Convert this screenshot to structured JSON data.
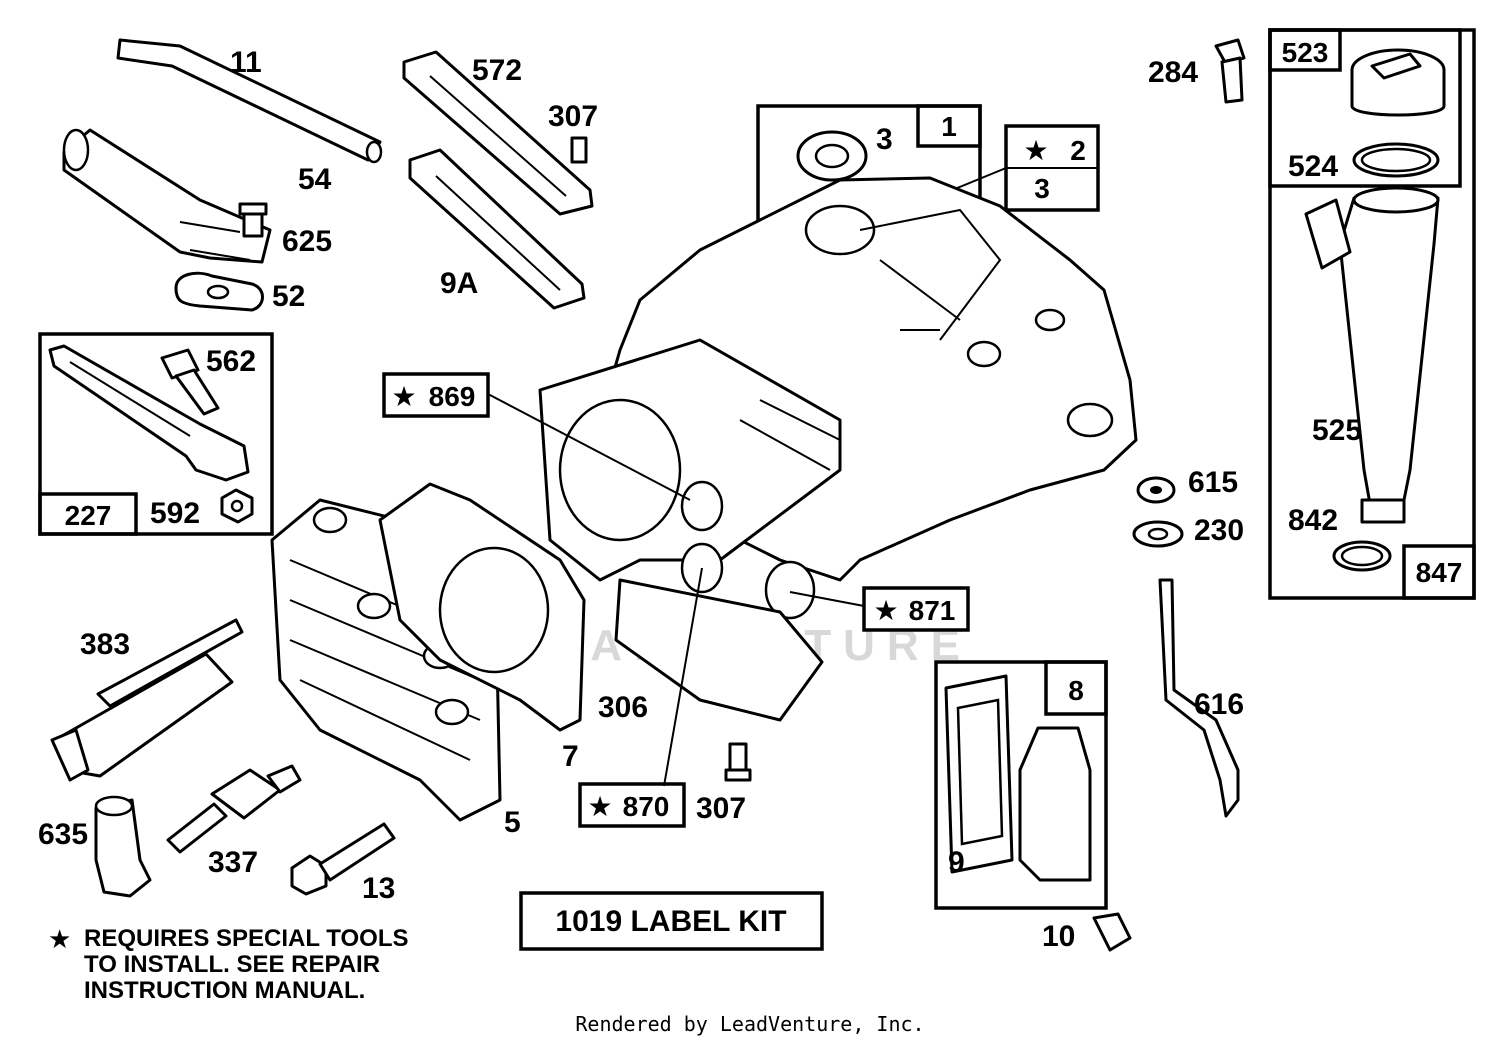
{
  "watermark": "LEADVENTURE",
  "labels": {
    "p11": "11",
    "p54": "54",
    "p625": "625",
    "p52": "52",
    "p572": "572",
    "p307a": "307",
    "p9a": "9A",
    "p562": "562",
    "p227": "227",
    "p592": "592",
    "p3a": "3",
    "p1": "1",
    "p2": "2",
    "p3b": "3",
    "p869": "869",
    "p871": "871",
    "p870": "870",
    "p306": "306",
    "p307b": "307",
    "p7": "7",
    "p5": "5",
    "p383": "383",
    "p635": "635",
    "p337": "337",
    "p13": "13",
    "p284": "284",
    "p523": "523",
    "p524": "524",
    "p525": "525",
    "p842": "842",
    "p847": "847",
    "p615": "615",
    "p230": "230",
    "p616": "616",
    "p8": "8",
    "p9": "9",
    "p10": "10"
  },
  "label_kit": "1019 LABEL KIT",
  "star_glyph": "★",
  "footnote": {
    "line1": "REQUIRES SPECIAL TOOLS",
    "line2": "TO INSTALL.  SEE REPAIR",
    "line3": "INSTRUCTION MANUAL."
  },
  "credit": "Rendered by LeadVenture, Inc."
}
